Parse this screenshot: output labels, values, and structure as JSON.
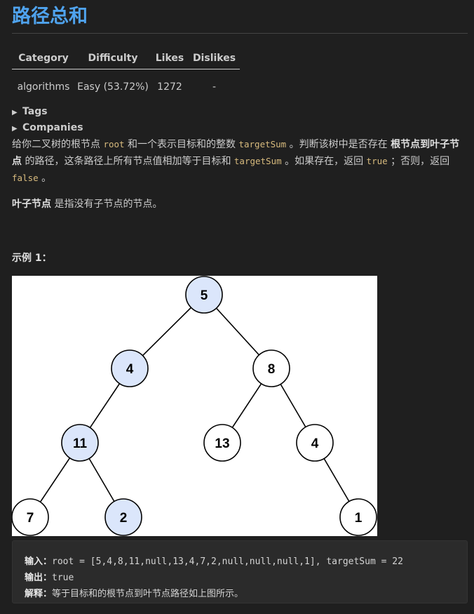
{
  "title": "路径总和",
  "meta_table": {
    "headers": [
      "Category",
      "Difficulty",
      "Likes",
      "Dislikes"
    ],
    "row": [
      "algorithms",
      "Easy (53.72%)",
      "1272",
      "-"
    ]
  },
  "details": {
    "tags_label": "Tags",
    "companies_label": "Companies"
  },
  "description": {
    "t1": "给你二叉树的根节点 ",
    "code_root": "root",
    "t2": " 和一个表示目标和的整数 ",
    "code_target": "targetSum",
    "t3": " 。判断该树中是否存在 ",
    "bold1": "根节点到叶子节点",
    "t4": " 的路径，这条路径上所有节点值相加等于目标和 ",
    "code_target2": "targetSum",
    "t5": " 。如果存在，返回 ",
    "code_true": "true",
    "t6": " ；否则，返回 ",
    "code_false": "false",
    "t7": " 。"
  },
  "leaf_def": {
    "bold": "叶子节点",
    "text": " 是指没有子节点的节点。"
  },
  "example": {
    "title": "示例 1：",
    "input_label": "输入：",
    "input_value": "root = [5,4,8,11,null,13,4,7,2,null,null,null,1], targetSum = 22",
    "output_label": "输出：",
    "output_value": "true",
    "explain_label": "解释：",
    "explain_value": "等于目标和的根节点到叶节点路径如上图所示。"
  },
  "tree": {
    "nodes": [
      "5",
      "4",
      "8",
      "11",
      "13",
      "4",
      "7",
      "2",
      "1"
    ],
    "highlight_color": "#dbe6fb"
  }
}
